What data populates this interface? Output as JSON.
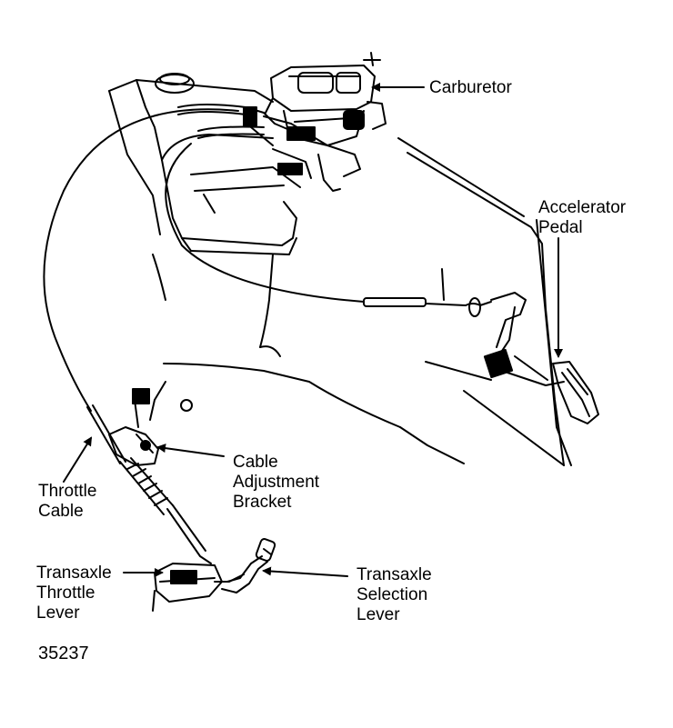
{
  "figure_id": "35237",
  "colors": {
    "ink": "#000000",
    "paper": "#ffffff"
  },
  "labels": {
    "carburetor": [
      "Carburetor"
    ],
    "accelerator_pedal": [
      "Accelerator",
      "Pedal"
    ],
    "throttle_cable": [
      "Throttle",
      "Cable"
    ],
    "cable_adjustment_bracket": [
      "Cable",
      "Adjustment",
      "Bracket"
    ],
    "transaxle_throttle_lever": [
      "Transaxle",
      "Throttle",
      "Lever"
    ],
    "transaxle_selection_lever": [
      "Transaxle",
      "Selection",
      "Lever"
    ]
  }
}
